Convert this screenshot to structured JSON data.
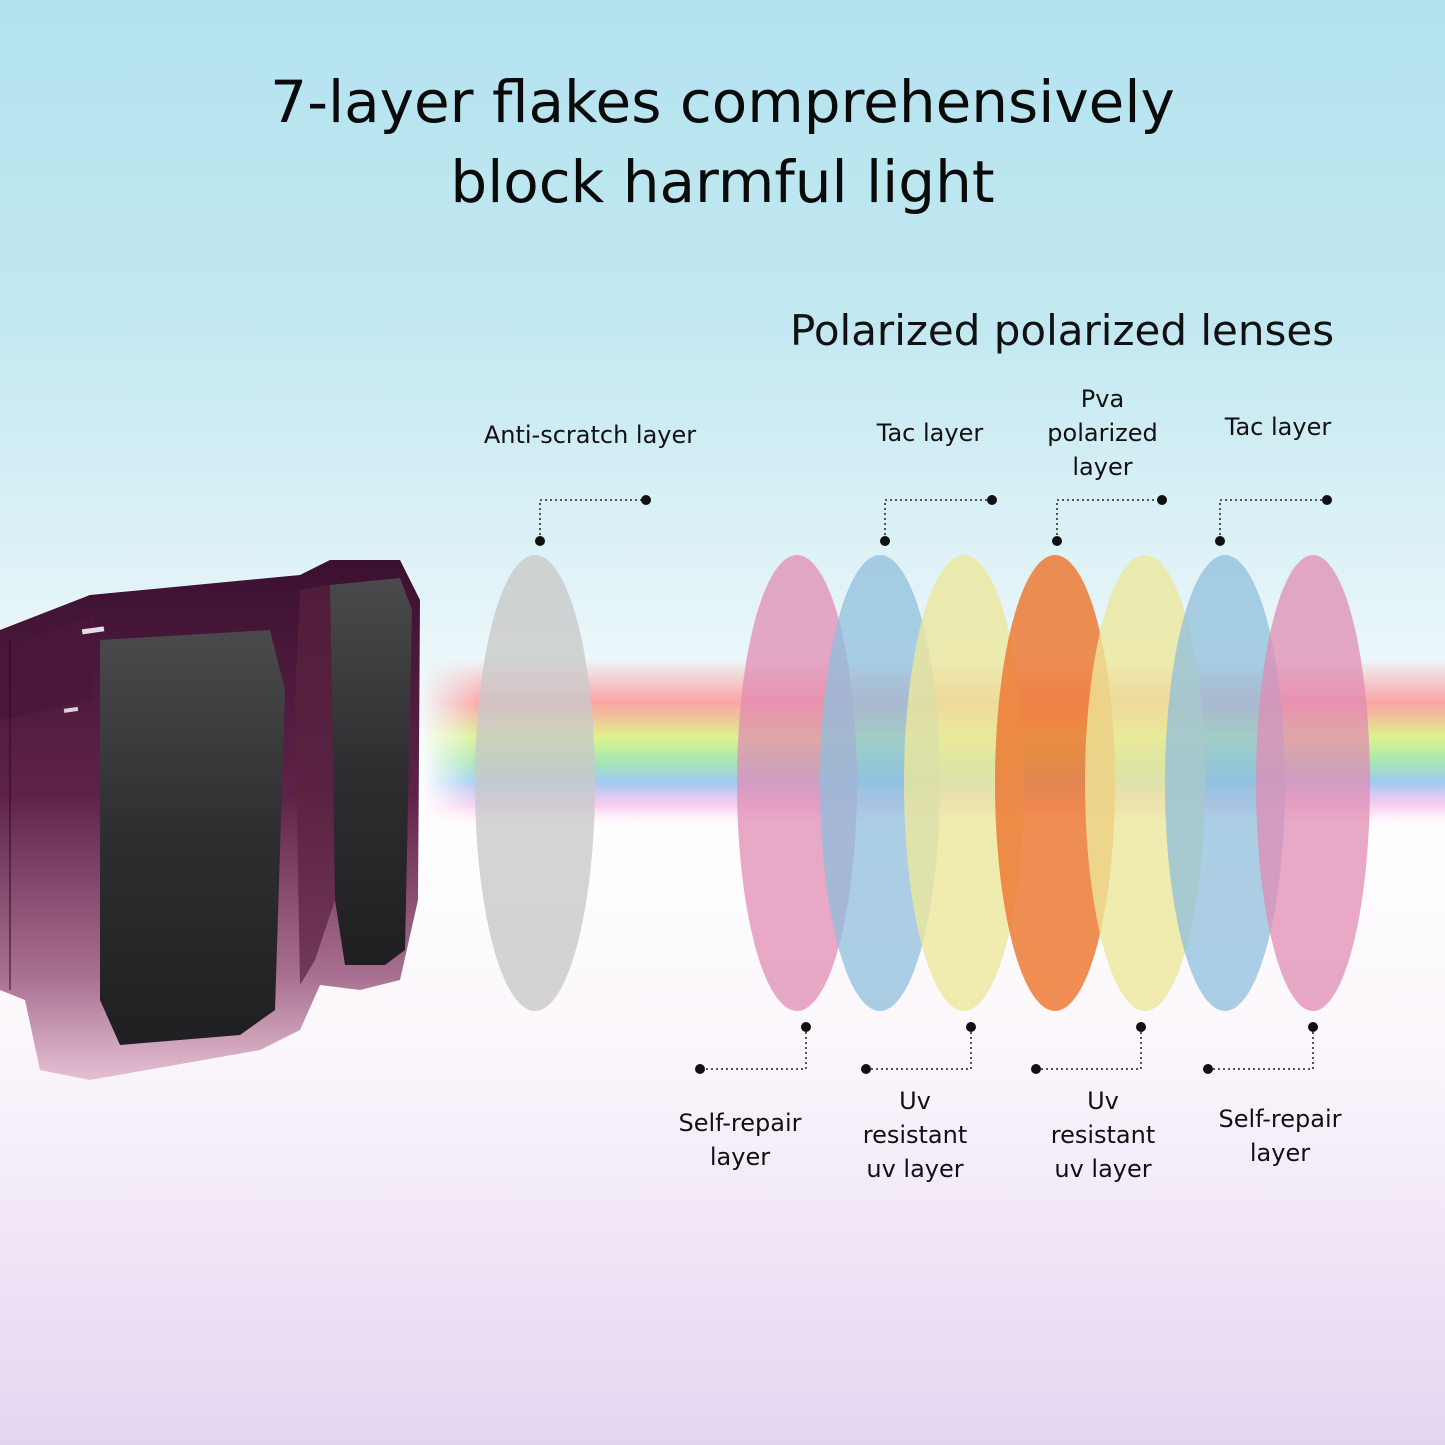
{
  "heading": {
    "line1": "7-layer flakes comprehensively",
    "line2": "block harmful light"
  },
  "subheading": "Polarized polarized lenses",
  "layers_top": [
    {
      "label": "Anti-scratch layer"
    },
    {
      "label": "Tac layer"
    },
    {
      "label": "Pva\npolarized\nlayer"
    },
    {
      "label": "Tac layer"
    }
  ],
  "layers_bottom": [
    {
      "label": "Self-repair\nlayer"
    },
    {
      "label": "Uv\nresistant\nuv layer"
    },
    {
      "label": "Uv\nresistant\nuv layer"
    },
    {
      "label": "Self-repair\nlayer"
    }
  ],
  "colors": {
    "anti_scratch": "#c9c9c9",
    "pink": "#e08cb3",
    "blue": "#8fbfdc",
    "yellow": "#ece79b",
    "orange": "#ec7a35",
    "frame": "#5a2240",
    "lens": "#2b2b2d"
  }
}
